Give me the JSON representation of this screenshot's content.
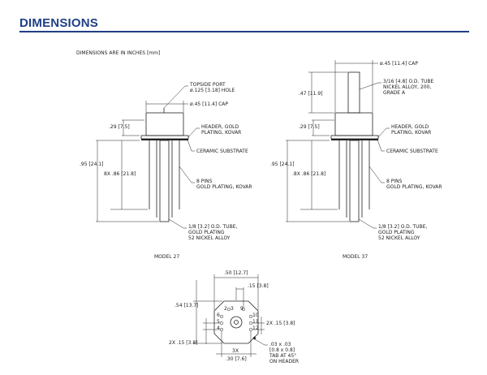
{
  "title": "DIMENSIONS",
  "note": "DIMENSIONS ARE IN INCHES [mm]",
  "model27": {
    "caption": "MODEL 27",
    "topside_port_1": "TOPSIDE PORT",
    "topside_port_2": "ø.125 [3.18] HOLE",
    "cap": "ø.45 [11.4] CAP",
    "header_1": "HEADER, GOLD",
    "header_2": "PLATING, KOVAR",
    "substrate": "CERAMIC SUBSTRATE",
    "pins_1": "8 PINS",
    "pins_2": "GOLD PLATING, KOVAR",
    "tube_1": "1/8 [3.2] O.D. TUBE,",
    "tube_2": "GOLD PLATING",
    "tube_3": "52 NICKEL ALLOY",
    "dim_cap_h": ".29 [7.5]",
    "dim_total": ".95 [24.1]",
    "dim_pins": "8X .86 [21.8]"
  },
  "model37": {
    "caption": "MODEL 37",
    "cap": "ø.45 [11.4] CAP",
    "tube_top_1": "3/16 [4.8] O.D. TUBE",
    "tube_top_2": "NICKEL ALLOY, 200,",
    "tube_top_3": "GRADE A",
    "dim_tube_h": ".47 [11.9]",
    "header_1": "HEADER, GOLD",
    "header_2": "PLATING, KOVAR",
    "substrate": "CERAMIC SUBSTRATE",
    "pins_1": "8 PINS",
    "pins_2": "GOLD PLATING, KOVAR",
    "tube_1": "1/8 [3.2] O.D. TUBE,",
    "tube_2": "GOLD PLATING",
    "tube_3": "52 NICKEL ALLOY",
    "dim_cap_h": ".29 [7.5]",
    "dim_total": ".95 [24.1]",
    "dim_pins": ".8X .86 [21.8]"
  },
  "bottom": {
    "dim_width": ".50 [12.7]",
    "dim_pitch_top": ".15 [3.8]",
    "dim_height": ".54 [13.7]",
    "dim_pitch_right": "2X .15 [3.8]",
    "dim_pitch_left": "2X .15 [3.8]",
    "dim_bottom_1": "3X",
    "dim_bottom_2": ".30 [7.6]",
    "tab_1": ".03 x .03",
    "tab_2": "[0.8 x 0.8]",
    "tab_3": "TAB AT 45°",
    "tab_4": "ON HEADER",
    "pins": [
      "2",
      "3",
      "6",
      "5",
      "4",
      "9",
      "10",
      "11",
      "12"
    ]
  }
}
